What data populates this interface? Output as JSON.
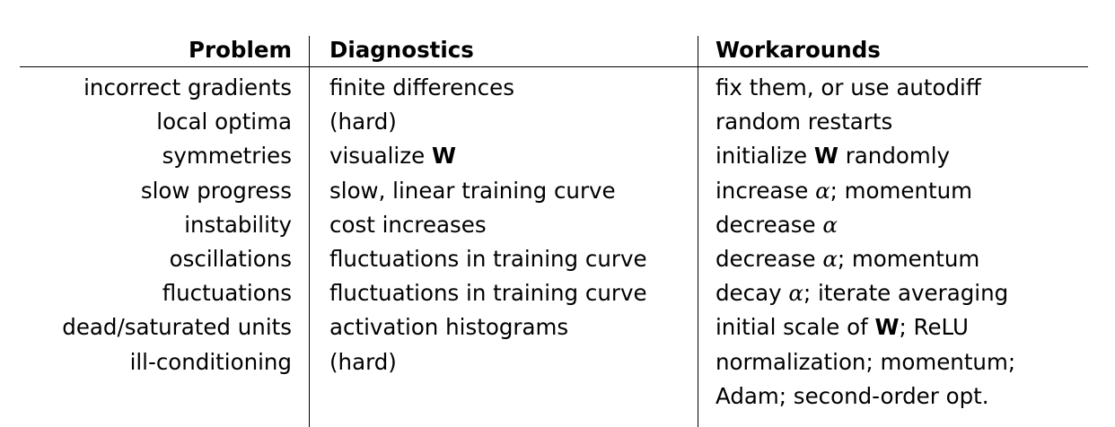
{
  "headers": {
    "problem": "Problem",
    "diagnostics": "Diagnostics",
    "workarounds": "Workarounds"
  },
  "rows": [
    {
      "problem": "incorrect gradients",
      "diagnostics": [
        "finite differences"
      ],
      "workarounds": [
        "fix them, or use autodiff"
      ]
    },
    {
      "problem": "local optima",
      "diagnostics": [
        "(hard)"
      ],
      "workarounds": [
        "random restarts"
      ]
    },
    {
      "problem": "symmetries",
      "diagnostics": [
        "visualize ",
        "W",
        ""
      ],
      "workarounds": [
        "initialize ",
        "W",
        " randomly"
      ]
    },
    {
      "problem": "slow progress",
      "diagnostics": [
        "slow, linear training curve"
      ],
      "workarounds": [
        "increase ",
        "α",
        "; momentum"
      ]
    },
    {
      "problem": "instability",
      "diagnostics": [
        "cost increases"
      ],
      "workarounds": [
        "decrease ",
        "α",
        ""
      ]
    },
    {
      "problem": "oscillations",
      "diagnostics": [
        "fluctuations in training curve"
      ],
      "workarounds": [
        "decrease ",
        "α",
        "; momentum"
      ]
    },
    {
      "problem": "fluctuations",
      "diagnostics": [
        "fluctuations in training curve"
      ],
      "workarounds": [
        "decay ",
        "α",
        "; iterate averaging"
      ]
    },
    {
      "problem": "dead/saturated units",
      "diagnostics": [
        "activation histograms"
      ],
      "workarounds": [
        "initial scale of ",
        "W",
        "; ReLU"
      ]
    },
    {
      "problem": "ill-conditioning",
      "diagnostics": [
        "(hard)"
      ],
      "workarounds": [
        "normalization; momentum;"
      ],
      "workarounds_line2": "Adam; second-order opt."
    }
  ]
}
